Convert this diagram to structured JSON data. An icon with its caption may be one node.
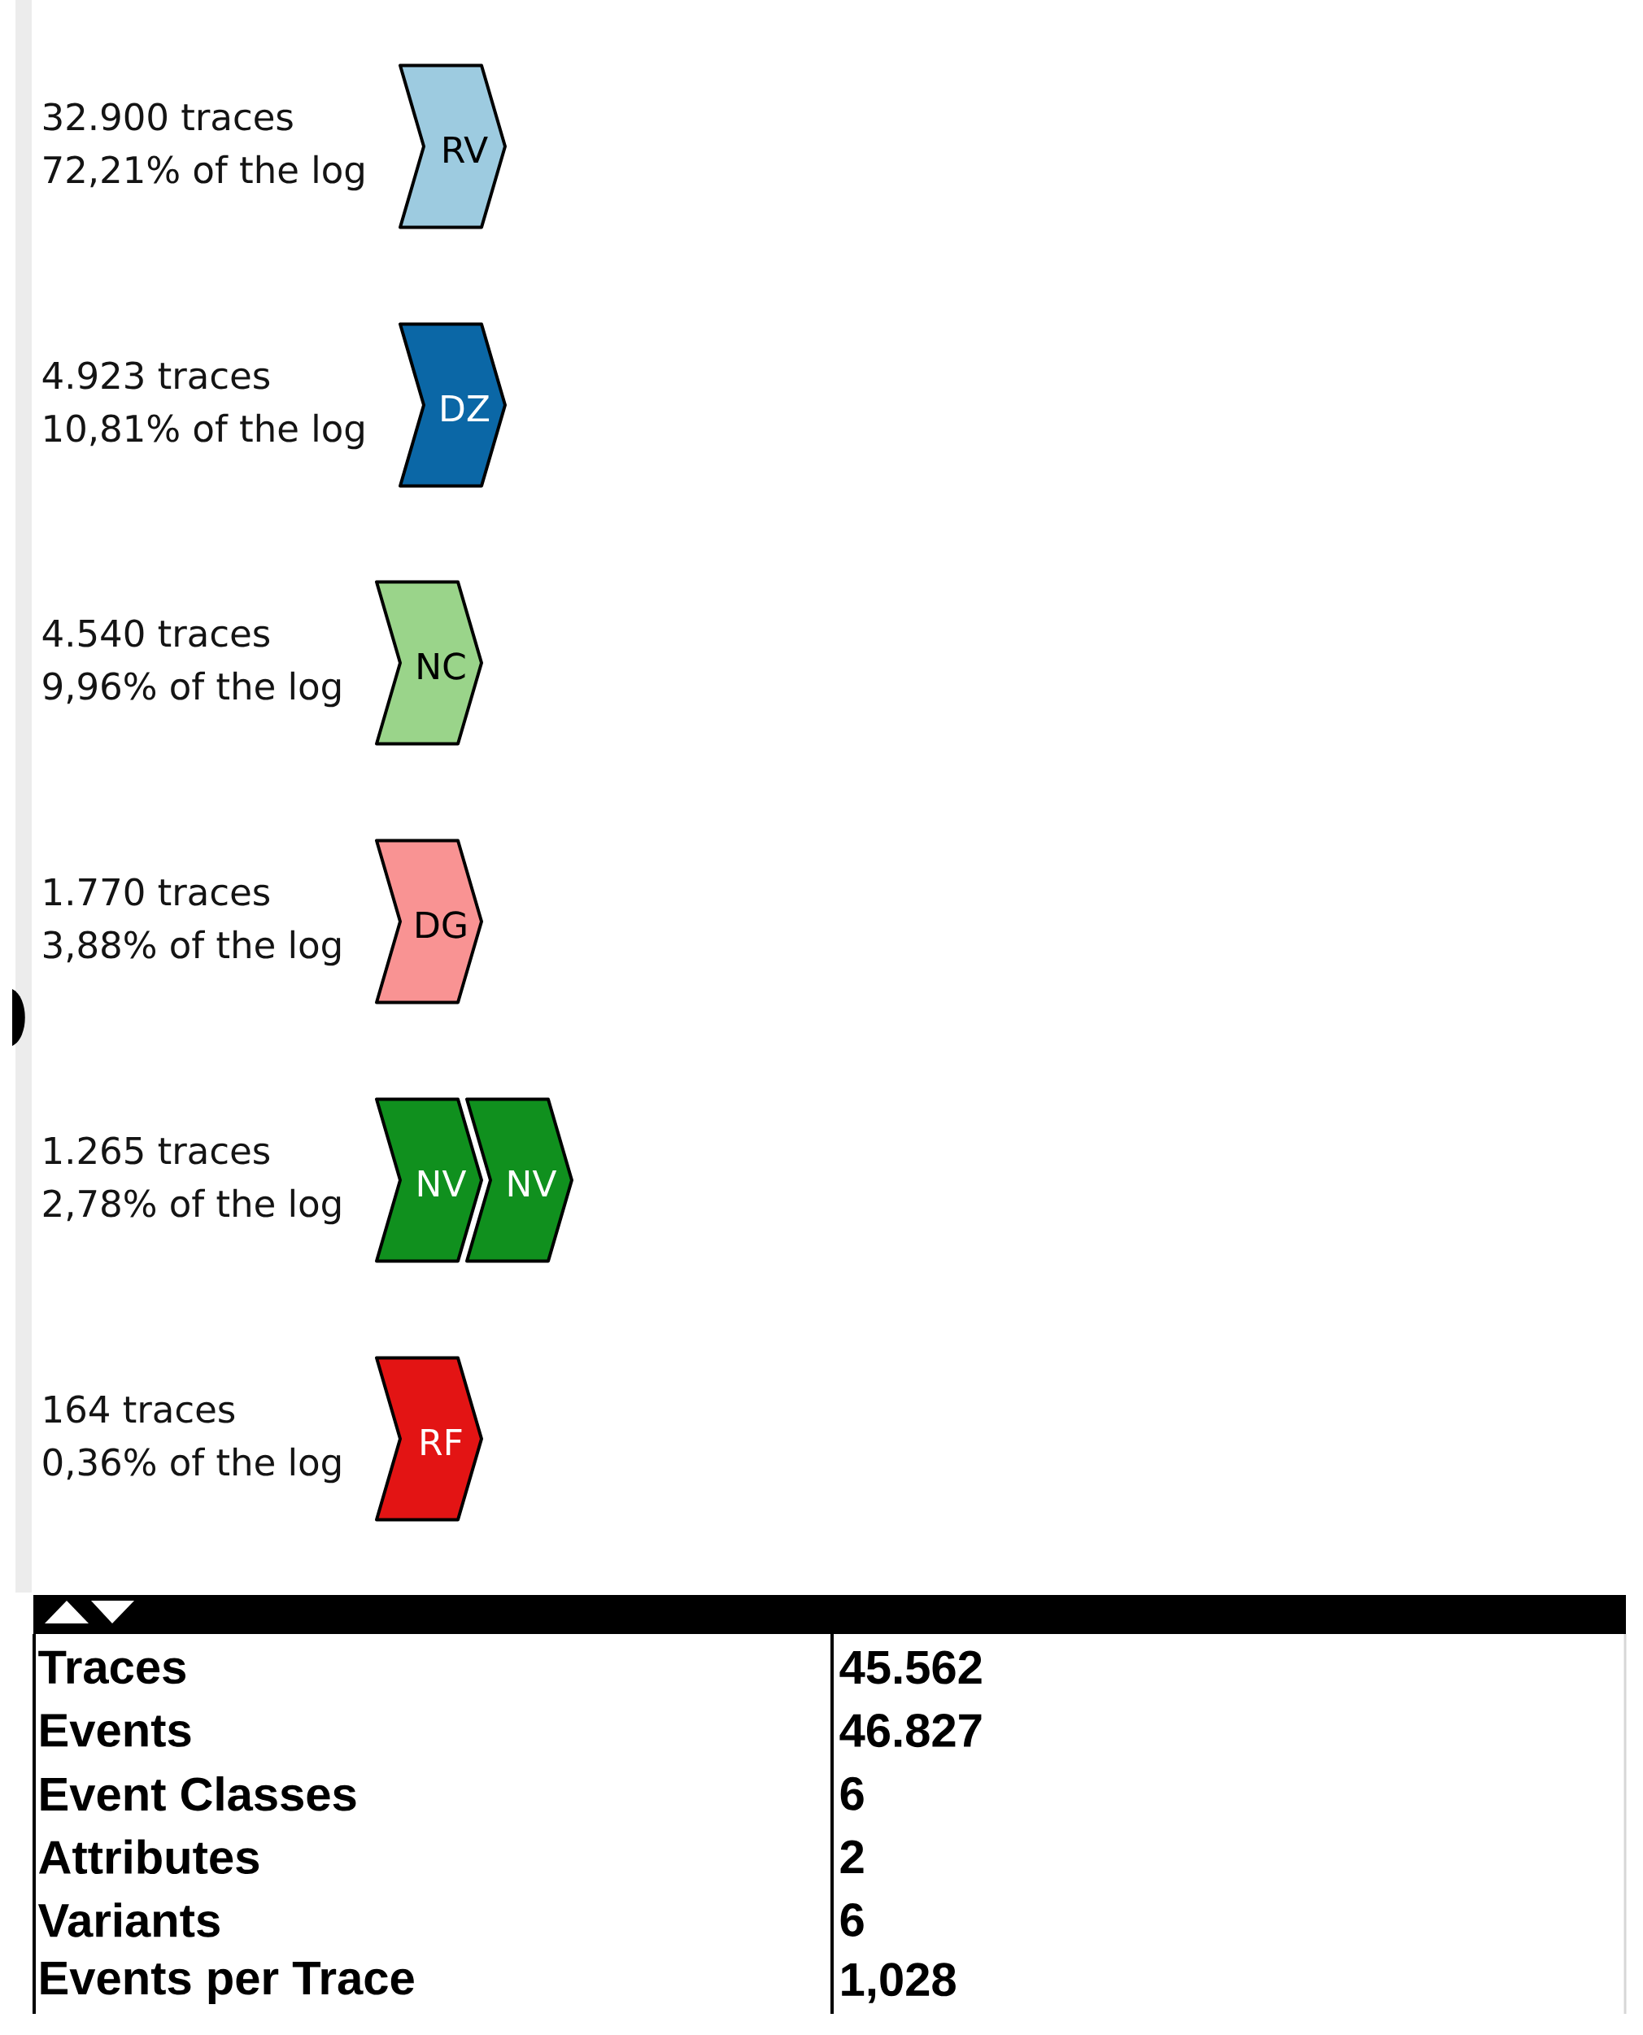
{
  "diagram": {
    "nodes": [
      {
        "text": [
          "RV"
        ],
        "beside": [
          "32.900 traces",
          "72,21% of the log"
        ]
      },
      {
        "text": [
          "DZ"
        ],
        "beside": [
          "4.923 traces",
          "10,81% of the log"
        ]
      },
      {
        "text": [
          "NC"
        ],
        "beside": [
          "4.540 traces",
          "9,96% of the log"
        ]
      },
      {
        "text": [
          "DG"
        ],
        "beside": [
          "1.770 traces",
          "3,88% of the log"
        ]
      },
      {
        "text": [
          "NV"
        ],
        "beside": [
          "1.265 traces",
          "2,78% of the log"
        ]
      },
      {
        "text": [
          "NV"
        ]
      },
      {
        "text": [
          "RF"
        ],
        "beside": [
          "164 traces",
          "0,36% of the log"
        ]
      }
    ],
    "labels": [
      "Traces",
      "45.562",
      "Events",
      "46.827",
      "Event Classes",
      "6",
      "Attributes",
      "2",
      "Variants",
      "6",
      "Events per Trace",
      "1,028"
    ]
  }
}
